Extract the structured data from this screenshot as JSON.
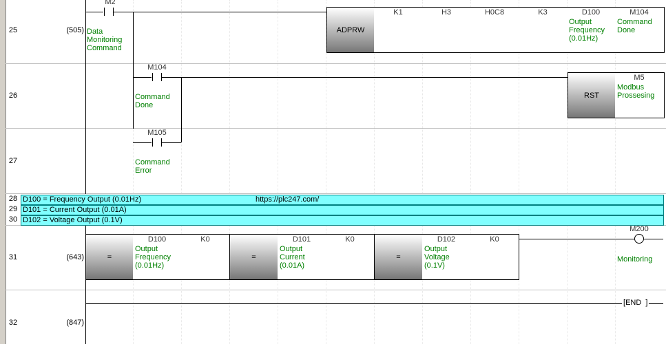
{
  "rows": [
    {
      "num": "25",
      "step": "(505)"
    },
    {
      "num": "26",
      "step": ""
    },
    {
      "num": "27",
      "step": ""
    },
    {
      "num": "28",
      "step": ""
    },
    {
      "num": "29",
      "step": ""
    },
    {
      "num": "30",
      "step": ""
    },
    {
      "num": "31",
      "step": "(643)"
    },
    {
      "num": "32",
      "step": "(847)"
    }
  ],
  "row25": {
    "contact_device": "M2",
    "contact_comment": [
      "Data",
      "Monitoring",
      "Command"
    ],
    "instruction": "ADPRW",
    "operands": [
      "K1",
      "H3",
      "H0C8",
      "K3",
      "D100",
      "M104"
    ],
    "d100_comment": [
      "Output",
      "Frequency",
      "(0.01Hz)"
    ],
    "m104_comment": [
      "Command",
      "Done"
    ]
  },
  "row26": {
    "contact_device": "M104",
    "contact_comment": [
      "Command",
      "Done"
    ],
    "instruction": "RST",
    "operand": "M5",
    "operand_comment": [
      "Modbus",
      "Prossesing"
    ]
  },
  "row27": {
    "contact_device": "M105",
    "contact_comment": [
      "Command",
      "Error"
    ]
  },
  "comment_rows": {
    "r28": "D100 = Frequency Output (0.01Hz)",
    "url": "https://plc247.com/",
    "r29": "D101 = Current Output (0.01A)",
    "r30": "D102 = Voltage Output (0.1V)"
  },
  "row31": {
    "blocks": [
      {
        "op": "=",
        "device": "D100",
        "const": "K0",
        "comment": [
          "Output",
          "Frequency",
          "(0.01Hz)"
        ]
      },
      {
        "op": "=",
        "device": "D101",
        "const": "K0",
        "comment": [
          "Output",
          "Current",
          "(0.01A)"
        ]
      },
      {
        "op": "=",
        "device": "D102",
        "const": "K0",
        "comment": [
          "Output",
          "Voltage",
          "(0.1V)"
        ]
      }
    ],
    "coil_device": "M200",
    "coil_comment": "Monitoring"
  },
  "row32": {
    "end_label": "END"
  },
  "colors": {
    "comment_green": "#008000",
    "comment_row_cyan": "#80ffff",
    "gutter_gray": "#d4d0c8"
  }
}
